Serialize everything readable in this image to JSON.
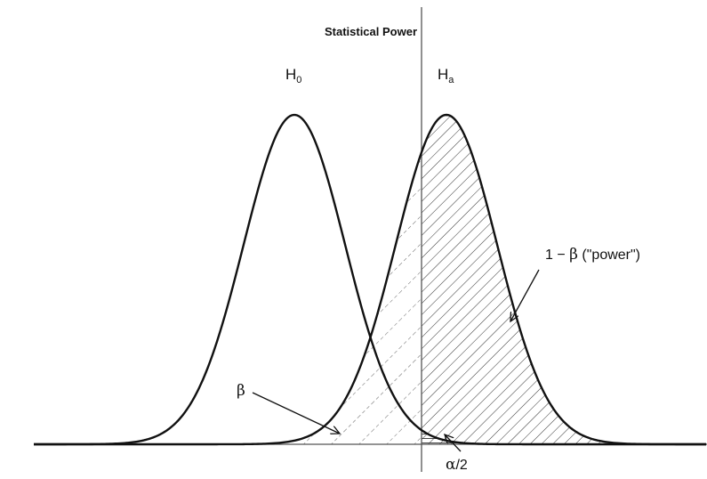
{
  "title": "Statistical Power",
  "labels": {
    "h0": {
      "main": "H",
      "sub": "0"
    },
    "ha": {
      "main": "H",
      "sub": "a"
    },
    "power": {
      "prefix": "1 − ",
      "greek": "β",
      "suffix": " (\"power\")"
    },
    "beta": {
      "greek": "β"
    },
    "alpha": {
      "greek": "α",
      "suffix": "/2"
    }
  },
  "model": {
    "h0_mean": 0,
    "ha_mean": 3,
    "sd": 1,
    "critical_value": 2.5
  },
  "colors": {
    "curve": "#111111",
    "hatch_power": "#333333",
    "hatch_beta": "#666666",
    "hatch_alpha": "#333333",
    "axis": "#555555"
  }
}
